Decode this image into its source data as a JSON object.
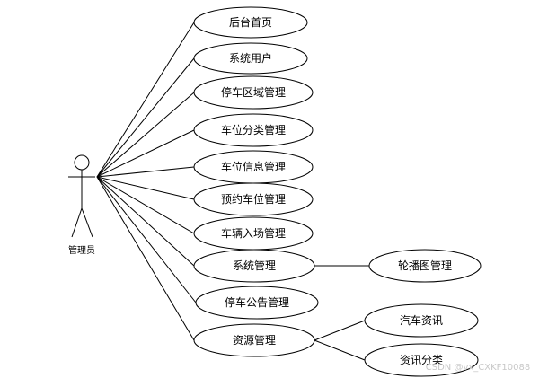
{
  "actor": {
    "label": "管理员",
    "icon": "stick-figure-icon"
  },
  "use_cases": [
    {
      "id": "uc_home",
      "label": "后台首页"
    },
    {
      "id": "uc_users",
      "label": "系统用户"
    },
    {
      "id": "uc_area",
      "label": "停车区域管理"
    },
    {
      "id": "uc_spotcat",
      "label": "车位分类管理"
    },
    {
      "id": "uc_spotinfo",
      "label": "车位信息管理"
    },
    {
      "id": "uc_reserve",
      "label": "预约车位管理"
    },
    {
      "id": "uc_entry",
      "label": "车辆入场管理"
    },
    {
      "id": "uc_system",
      "label": "系统管理"
    },
    {
      "id": "uc_notice",
      "label": "停车公告管理"
    },
    {
      "id": "uc_resource",
      "label": "资源管理"
    }
  ],
  "sub_use_cases": [
    {
      "id": "uc_carousel",
      "label": "轮播图管理",
      "parent": "uc_system"
    },
    {
      "id": "uc_carnews",
      "label": "汽车资讯",
      "parent": "uc_resource"
    },
    {
      "id": "uc_newscat",
      "label": "资讯分类",
      "parent": "uc_resource"
    }
  ],
  "watermark": "CSDN @vx_CXKF10088",
  "colors": {
    "line": "#000000",
    "fill": "#ffffff",
    "watermark": "#c8c8c8"
  }
}
